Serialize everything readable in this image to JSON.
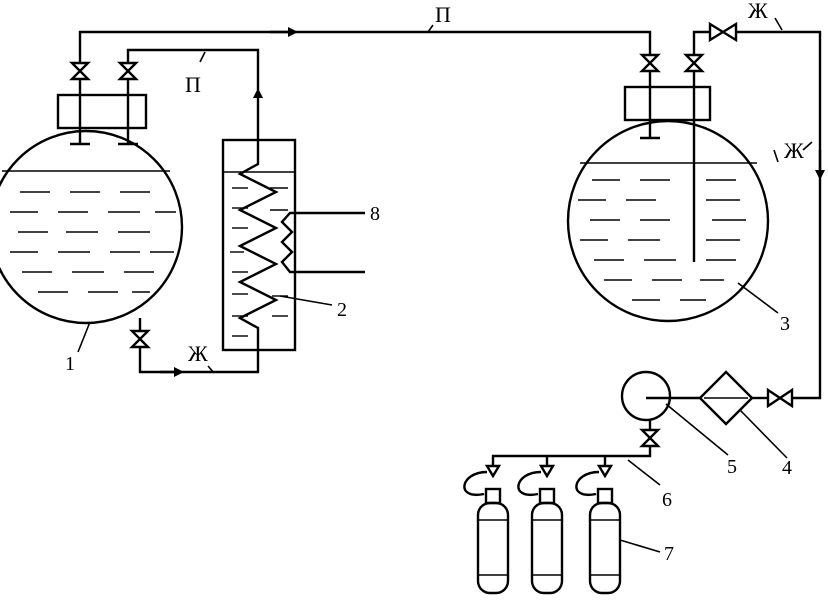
{
  "diagram": {
    "labels": {
      "vessel_1": "1",
      "heat_exchanger_2": "2",
      "vessel_3": "3",
      "filter_4": "4",
      "pump_5": "5",
      "manifold_6": "6",
      "cylinders_7": "7",
      "coil_8": "8"
    },
    "flows": {
      "vapor_top": "П",
      "vapor_left": "П",
      "liquid_bottom": "Ж",
      "liquid_top_right": "Ж",
      "liquid_right": "Ж"
    },
    "colors": {
      "ink": "#000000",
      "background": "#ffffff"
    }
  }
}
